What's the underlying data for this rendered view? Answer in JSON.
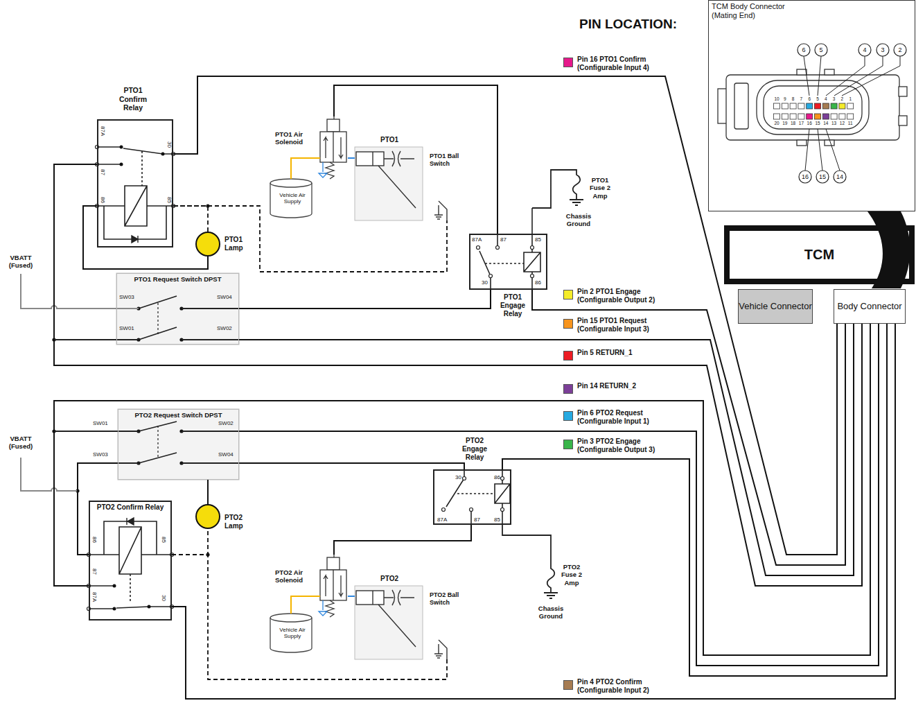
{
  "diagram": {
    "nodes": [
      {
        "text": [
          "PTO1 Confirm Relay",
          "87A",
          "87",
          "30",
          "86",
          "85"
        ]
      },
      {
        "text": [
          "PTO1 Lamp"
        ]
      },
      {
        "text": [
          "PTO1 Air Solenoid"
        ]
      },
      {
        "text": [
          "Vehicle Air Supply"
        ]
      },
      {
        "text": [
          "PTO1",
          "PTO1 Ball Switch"
        ]
      },
      {
        "text": [
          "87A",
          "87",
          "85",
          "30",
          "86",
          "PTO1 Engage Relay"
        ]
      },
      {
        "text": [
          "PTO1 Request Switch DPST",
          "SW03",
          "SW04",
          "SW01",
          "SW02"
        ]
      },
      {
        "text": [
          "PTO2 Request Switch DPST",
          "SW01",
          "SW02",
          "SW03",
          "SW04"
        ]
      },
      {
        "text": [
          "PTO2 Engage Relay",
          "30",
          "86",
          "87A",
          "87",
          "85"
        ]
      },
      {
        "text": [
          "PTO2 Lamp"
        ]
      },
      {
        "text": [
          "PTO2 Confirm Relay",
          "86",
          "85",
          "87",
          "87A",
          "30"
        ]
      },
      {
        "text": [
          "PTO2 Air Solenoid"
        ]
      },
      {
        "text": [
          "PTO2",
          "PTO2 Ball Switch"
        ]
      },
      {
        "text": [
          "Vehicle Air Supply"
        ]
      },
      {
        "text": [
          "TCM Body Connector (Mating End)"
        ]
      },
      {
        "text": [
          "TCM"
        ]
      },
      {
        "text": [
          "Vehicle Connector"
        ]
      },
      {
        "text": [
          "Body Connector"
        ]
      }
    ],
    "edges": [
      {
        "from": 0,
        "to": 17,
        "arrow": "none"
      },
      {
        "from": 0,
        "to": 17,
        "arrow": "none"
      },
      {
        "from": 1,
        "to": 0,
        "arrow": "none"
      },
      {
        "from": 0,
        "to": 1,
        "arrow": "none"
      },
      {
        "from": 0,
        "to": 4,
        "arrow": "none"
      },
      {
        "from": 3,
        "to": 2,
        "arrow": "none"
      },
      {
        "from": 2,
        "to": 4,
        "arrow": "none"
      },
      {
        "from": 2,
        "to": 5,
        "arrow": "none"
      },
      {
        "from": 6,
        "to": 5,
        "arrow": "none"
      },
      {
        "from": 6,
        "to": 17,
        "arrow": "none"
      },
      {
        "from": 5,
        "to": 17,
        "arrow": "none"
      },
      {
        "from": 7,
        "to": 17,
        "arrow": "none"
      },
      {
        "from": 7,
        "to": 8,
        "arrow": "none"
      },
      {
        "from": 7,
        "to": 10,
        "arrow": "none"
      },
      {
        "from": 9,
        "to": 7,
        "arrow": "none"
      },
      {
        "from": 8,
        "to": 17,
        "arrow": "none"
      },
      {
        "from": 8,
        "to": 11,
        "arrow": "none"
      },
      {
        "from": 13,
        "to": 11,
        "arrow": "none"
      },
      {
        "from": 11,
        "to": 12,
        "arrow": "none"
      },
      {
        "from": 10,
        "to": 9,
        "arrow": "none"
      },
      {
        "from": 10,
        "to": 12,
        "arrow": "none"
      },
      {
        "from": 10,
        "to": 17,
        "arrow": "none"
      },
      {
        "from": 10,
        "to": 17,
        "arrow": "none"
      }
    ],
    "labels": [
      "PIN LOCATION:",
      "VBATT (Fused)",
      "PTO1 Fuse 2 Amp",
      "Chassis Ground",
      "VBATT (Fused)",
      "PTO2 Fuse 2 Amp",
      "Chassis Ground",
      "6",
      "5",
      "4",
      "3",
      "2",
      "16",
      "15",
      "14",
      "10",
      "9",
      "8",
      "7",
      "6",
      "5",
      "4",
      "3",
      "2",
      "1",
      "20",
      "19",
      "18",
      "17",
      "16",
      "15",
      "14",
      "13",
      "12",
      "11"
    ],
    "legend": [
      {
        "text": "Pin 16 PTO1 Confirm (Configurable Input 4)",
        "color": "#e6198b"
      },
      {
        "text": "Pin 2 PTO1 Engage (Configurable Output 2)",
        "color": "#f5ec2a"
      },
      {
        "text": "Pin 15 PTO1 Request (Configurable Input 3)",
        "color": "#f7941d"
      },
      {
        "text": "Pin 5 RETURN_1",
        "color": "#ed1c24"
      },
      {
        "text": "Pin 14 RETURN_2",
        "color": "#7c3f98"
      },
      {
        "text": "Pin 6 PTO2 Request (Configurable Input 1)",
        "color": "#27aae1"
      },
      {
        "text": "Pin 3 PTO2 Engage (Configurable Output 3)",
        "color": "#39b54a"
      },
      {
        "text": "Pin 4 PTO2 Confirm (Configurable Input 2)",
        "color": "#a67c52"
      }
    ]
  }
}
